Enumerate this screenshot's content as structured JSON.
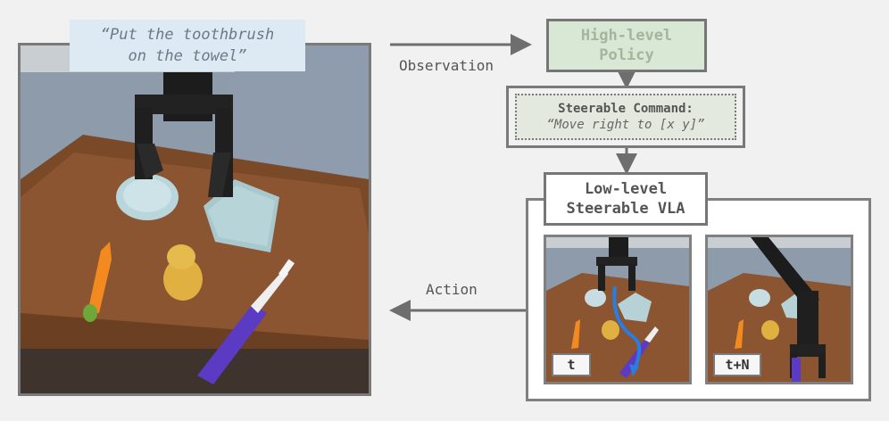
{
  "instruction": "“Put the toothbrush\non the towel”",
  "high_level_policy": "High-level\nPolicy",
  "observation_label": "Observation",
  "action_label": "Action",
  "steerable_command": {
    "title": "Steerable Command:",
    "text": "“Move right to [x y]”"
  },
  "low_level_vla": "Low-level\nSteerable VLA",
  "frames": [
    {
      "time": "t"
    },
    {
      "time": "t+N"
    }
  ],
  "colors": {
    "instruction_bg": "#dde9f3",
    "policy_bg": "#d9e7d5",
    "command_bg": "#e4e9df",
    "arrow": "#6e6e6e",
    "trajectory": "#2a7de1"
  }
}
